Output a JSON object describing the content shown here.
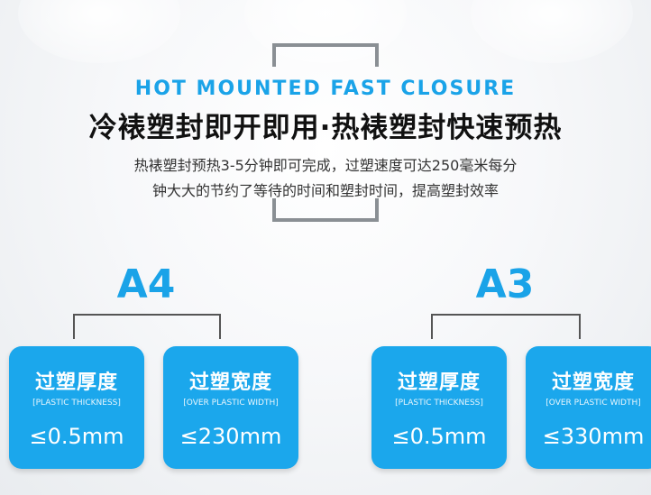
{
  "header": {
    "en_title": "HOT MOUNTED FAST CLOSURE",
    "cn_title": "冷裱塑封即开即用·热裱塑封快速预热",
    "desc_line1": "热裱塑封预热3-5分钟即可完成，过塑速度可达250毫米每分",
    "desc_line2": "钟大大的节约了等待的时间和塑封时间，提高塑封效率"
  },
  "groups": [
    {
      "label": "A4",
      "cards": [
        {
          "title": "过塑厚度",
          "subtitle": "[PLASTIC THICKNESS]",
          "value": "≤0.5mm"
        },
        {
          "title": "过塑宽度",
          "subtitle": "[OVER PLASTIC WIDTH]",
          "value": "≤230mm"
        }
      ]
    },
    {
      "label": "A3",
      "cards": [
        {
          "title": "过塑厚度",
          "subtitle": "[PLASTIC THICKNESS]",
          "value": "≤0.5mm"
        },
        {
          "title": "过塑宽度",
          "subtitle": "[OVER PLASTIC WIDTH]",
          "value": "≤330mm"
        }
      ]
    }
  ],
  "colors": {
    "accent": "#1aa3e8",
    "card": "#1ba7ec",
    "bracket": "#8a8f94"
  }
}
